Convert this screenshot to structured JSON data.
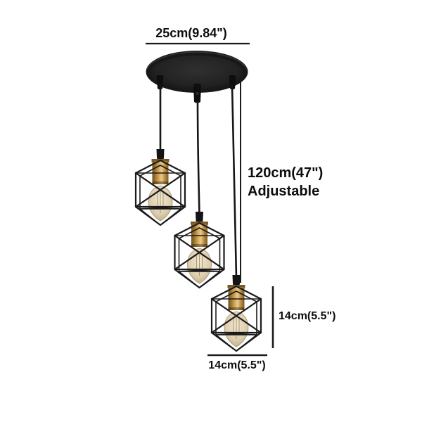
{
  "canvas": {
    "background": "#ffffff"
  },
  "annotations": {
    "plate_diameter": "25cm(9.84\")",
    "hanging_length": "120cm(47\")",
    "hanging_note": "Adjustable",
    "shade_height": "14cm(5.5\")",
    "shade_width": "14cm(5.5\")"
  },
  "fixture": {
    "lamp_count": "3"
  },
  "colors": {
    "annotation_text": "#0d0d0d",
    "dimension_line": "#1a1a1a",
    "fixture_black": "#1c1c1c",
    "socket_brass": "#c9964a",
    "bulb_glass": "#d9c8a4"
  }
}
